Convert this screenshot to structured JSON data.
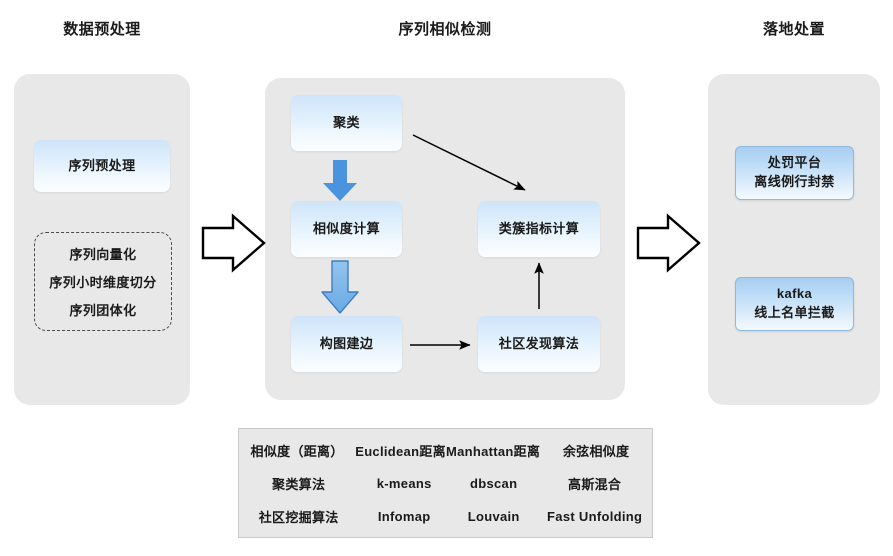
{
  "sections": [
    {
      "title": "数据预处理"
    },
    {
      "title": "序列相似检测"
    },
    {
      "title": "落地处置"
    }
  ],
  "preprocess": {
    "box_label": "序列预处理",
    "dashed_items": [
      "序列向量化",
      "序列小时维度切分",
      "序列团体化"
    ]
  },
  "detection": {
    "cluster": "聚类",
    "similarity": "相似度计算",
    "graph_build": "构图建边",
    "cluster_metric": "类簇指标计算",
    "community_detect": "社区发现算法"
  },
  "disposal": {
    "punish_line1": "处罚平台",
    "punish_line2": "离线例行封禁",
    "kafka_line1": "kafka",
    "kafka_line2": "线上名单拦截"
  },
  "legend": {
    "rows": [
      {
        "label": "相似度（距离）",
        "items": [
          "Euclidean距离",
          "Manhattan距离",
          "余弦相似度"
        ]
      },
      {
        "label": "聚类算法",
        "items": [
          "k-means",
          "dbscan",
          "高斯混合"
        ]
      },
      {
        "label": "社区挖掘算法",
        "items": [
          "Infomap",
          "Louvain",
          "Fast Unfolding"
        ]
      }
    ]
  },
  "colors": {
    "panel_gray": "#e8e8e8",
    "box_blue_light": "#cfe4fa",
    "box_blue_strong": "#a8cdf0",
    "arrow_blue_up": "#4a93df",
    "arrow_blue_down": "#7fb9ea",
    "arrow_black": "#000000",
    "background": "#ffffff"
  },
  "icons": {
    "block_arrow_right": "block-arrow-right-icon",
    "blue_arrow_up": "blue-arrow-up-icon",
    "blue_arrow_down": "blue-arrow-down-icon",
    "thin_arrow": "thin-arrow-icon"
  }
}
